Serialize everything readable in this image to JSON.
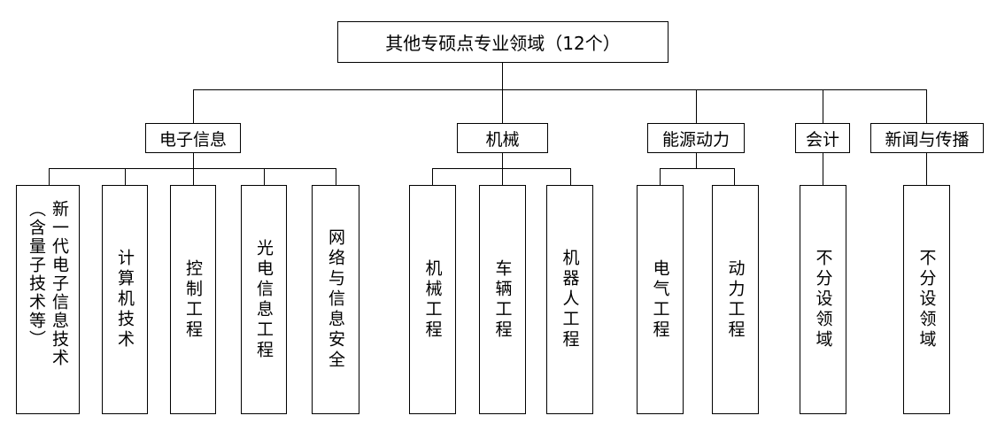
{
  "root": {
    "label": "其他专硕点专业领域（12个）"
  },
  "categories": [
    {
      "label": "电子信息",
      "items": [
        "新一代电子信息技术（含量子技术等）",
        "计算机技术",
        "控制工程",
        "光电信息工程",
        "网络与信息安全"
      ]
    },
    {
      "label": "机械",
      "items": [
        "机械工程",
        "车辆工程",
        "机器人工程"
      ]
    },
    {
      "label": "能源动力",
      "items": [
        "电气工程",
        "动力工程"
      ]
    },
    {
      "label": "会计",
      "items": [
        "不分设领域"
      ]
    },
    {
      "label": "新闻与传播",
      "items": [
        "不分设领域"
      ]
    }
  ]
}
